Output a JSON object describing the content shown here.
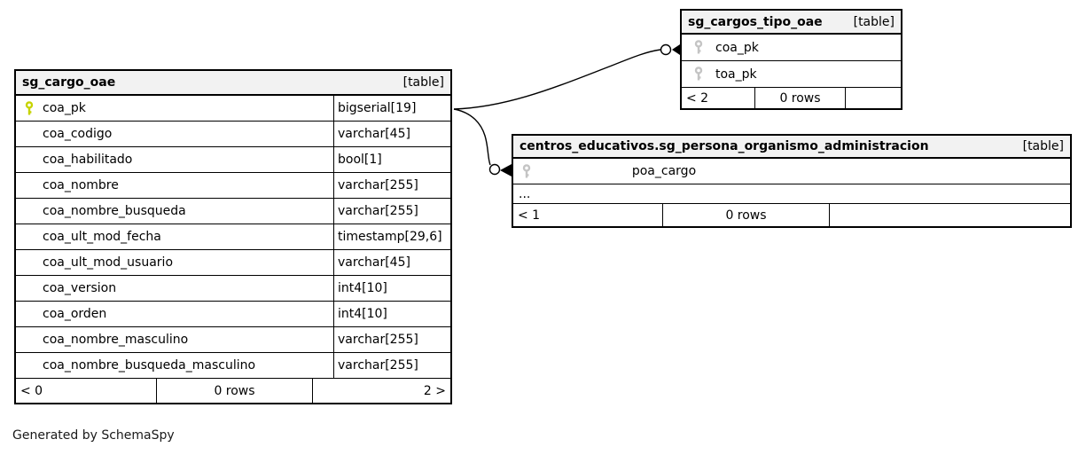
{
  "colors": {
    "key_primary": "#c6d300",
    "key_foreign": "#c4c4c4",
    "header_bg": "#f2f2f2",
    "border": "#000000"
  },
  "generated_by": "Generated by SchemaSpy",
  "tables": [
    {
      "name": "sg_cargo_oae",
      "badge": "[table]",
      "columns": [
        {
          "name": "coa_pk",
          "type": "bigserial[19]",
          "key": "primary"
        },
        {
          "name": "coa_codigo",
          "type": "varchar[45]",
          "key": ""
        },
        {
          "name": "coa_habilitado",
          "type": "bool[1]",
          "key": ""
        },
        {
          "name": "coa_nombre",
          "type": "varchar[255]",
          "key": ""
        },
        {
          "name": "coa_nombre_busqueda",
          "type": "varchar[255]",
          "key": ""
        },
        {
          "name": "coa_ult_mod_fecha",
          "type": "timestamp[29,6]",
          "key": ""
        },
        {
          "name": "coa_ult_mod_usuario",
          "type": "varchar[45]",
          "key": ""
        },
        {
          "name": "coa_version",
          "type": "int4[10]",
          "key": ""
        },
        {
          "name": "coa_orden",
          "type": "int4[10]",
          "key": ""
        },
        {
          "name": "coa_nombre_masculino",
          "type": "varchar[255]",
          "key": ""
        },
        {
          "name": "coa_nombre_busqueda_masculino",
          "type": "varchar[255]",
          "key": ""
        }
      ],
      "footer": {
        "left": "< 0",
        "center": "0 rows",
        "right": "2 >"
      }
    },
    {
      "name": "sg_cargos_tipo_oae",
      "badge": "[table]",
      "columns": [
        {
          "name": "coa_pk",
          "key": "foreign"
        },
        {
          "name": "toa_pk",
          "key": "foreign"
        }
      ],
      "footer": {
        "left": "< 2",
        "center": "0 rows",
        "right": ""
      }
    },
    {
      "name": "centros_educativos.sg_persona_organismo_administracion",
      "badge": "[table]",
      "columns": [
        {
          "name": "poa_cargo",
          "key": "foreign"
        }
      ],
      "ellipsis": "...",
      "footer": {
        "left": "< 1",
        "center": "0 rows",
        "right": ""
      }
    }
  ],
  "relationships": [
    {
      "from_table": "sg_cargo_oae",
      "from_column": "coa_pk",
      "to_table": "sg_cargos_tipo_oae",
      "to_column": "coa_pk"
    },
    {
      "from_table": "sg_cargo_oae",
      "from_column": "coa_pk",
      "to_table": "centros_educativos.sg_persona_organismo_administracion",
      "to_column": "poa_cargo"
    }
  ]
}
